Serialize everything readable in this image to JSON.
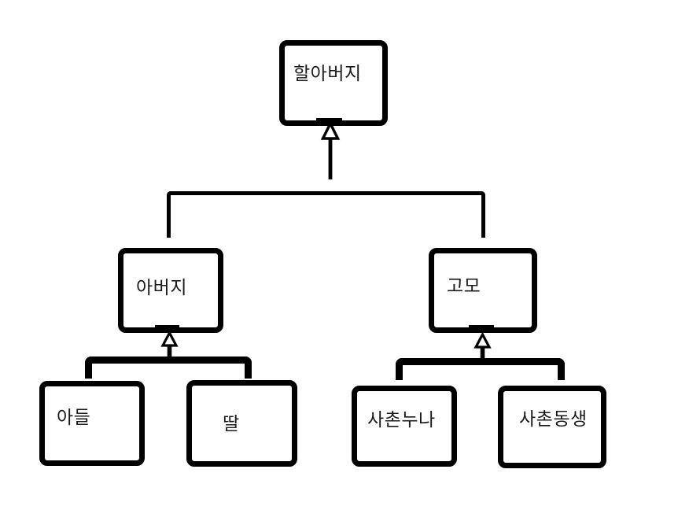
{
  "diagram": {
    "type": "family-tree",
    "nodes": {
      "grandfather": {
        "label": "할아버지"
      },
      "father": {
        "label": "아버지"
      },
      "aunt": {
        "label": "고모"
      },
      "son": {
        "label": "아들"
      },
      "daughter": {
        "label": "딸"
      },
      "cousin_older": {
        "label": "사촌누나"
      },
      "cousin_younger": {
        "label": "사촌동생"
      }
    },
    "edges": [
      {
        "from": "father",
        "to": "grandfather",
        "arrow": "up"
      },
      {
        "from": "aunt",
        "to": "grandfather",
        "arrow": "up"
      },
      {
        "from": "son",
        "to": "father",
        "arrow": "up"
      },
      {
        "from": "daughter",
        "to": "father",
        "arrow": "up"
      },
      {
        "from": "cousin_older",
        "to": "aunt",
        "arrow": "up"
      },
      {
        "from": "cousin_younger",
        "to": "aunt",
        "arrow": "up"
      }
    ],
    "colors": {
      "line": "#000000",
      "background": "#ffffff",
      "text": "#1b1b1b"
    }
  }
}
